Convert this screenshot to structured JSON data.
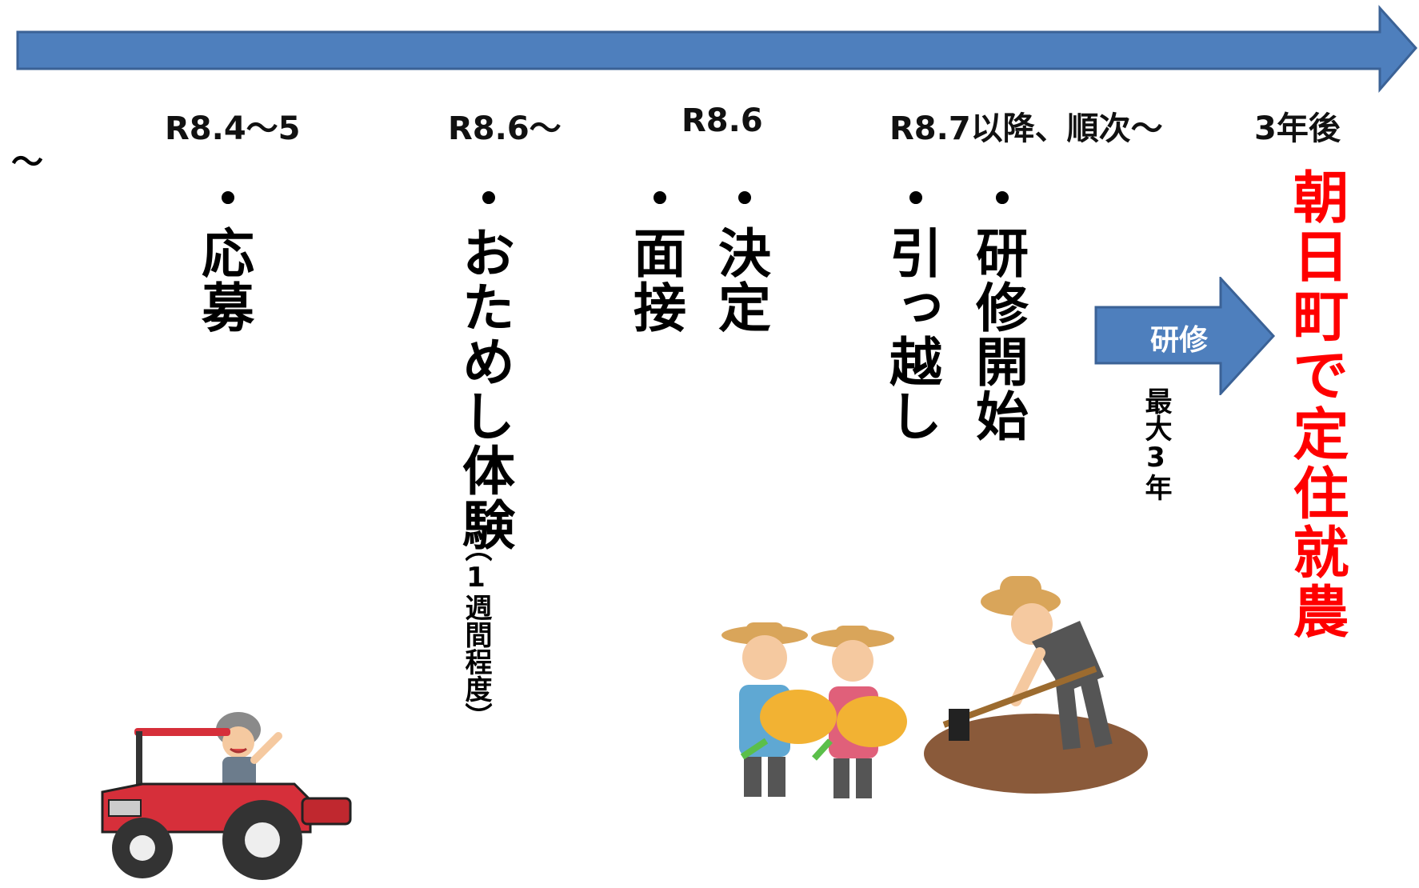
{
  "timeline": {
    "start_marker": "～",
    "dates": {
      "apply": "R8.4～5",
      "trial": "R8.6～",
      "decision": "R8.6",
      "training": "R8.7以降、順次～",
      "goal": "3年後"
    }
  },
  "steps": {
    "apply": {
      "bullet": "・",
      "text": "応募"
    },
    "trial": {
      "bullet": "・",
      "text": "おためし体験",
      "note": "（1週間程度）"
    },
    "interview": {
      "bullet": "・",
      "text": "面接"
    },
    "decision": {
      "bullet": "・",
      "text": "決定"
    },
    "move": {
      "bullet": "・",
      "text": "引っ越し"
    },
    "training": {
      "bullet": "・",
      "text": "研修開始"
    }
  },
  "training_arrow": {
    "label": "研修",
    "duration": "最大3年"
  },
  "goal": {
    "text": "朝日町で定住就農"
  },
  "colors": {
    "arrow_fill": "#4e7fbd",
    "arrow_stroke": "#3b6296",
    "goal": "#ff0000"
  },
  "icons": [
    "tractor-farmer-illustration",
    "rice-harvest-couple-illustration",
    "hoeing-farmer-illustration"
  ]
}
